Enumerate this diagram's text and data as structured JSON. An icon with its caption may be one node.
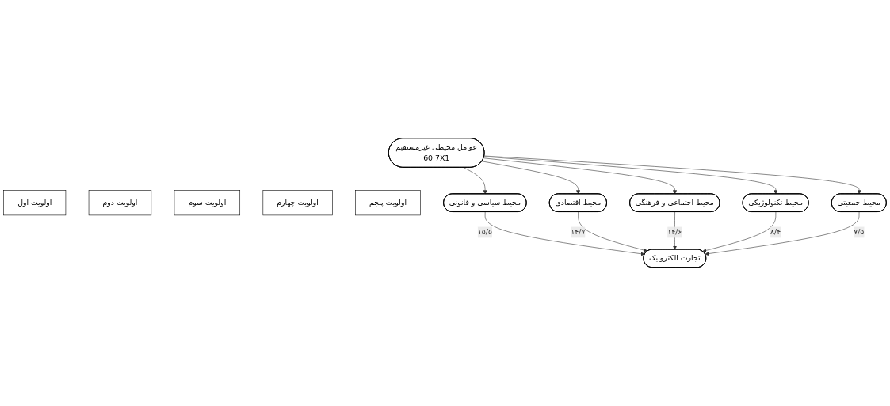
{
  "diagram": {
    "nodes": [
      {
        "text": [
          "عوامل محیطی غیرمستقیم",
          "60 7X1"
        ]
      },
      {
        "text": [
          "اولویت اول"
        ]
      },
      {
        "text": [
          "اولویت دوم"
        ]
      },
      {
        "text": [
          "اولویت سوم"
        ]
      },
      {
        "text": [
          "اولویت چهارم"
        ]
      },
      {
        "text": [
          "اولویت پنجم"
        ]
      },
      {
        "text": [
          "محیط سیاسی و قانونی"
        ]
      },
      {
        "text": [
          "محیط اقتصادی"
        ]
      },
      {
        "text": [
          "محیط اجتماعی و فرهنگی"
        ]
      },
      {
        "text": [
          "محیط تکنولوژیکی"
        ]
      },
      {
        "text": [
          "محیط جمعیتی"
        ]
      },
      {
        "text": [
          "تجارت الکترونیک"
        ]
      }
    ],
    "edges": [
      {
        "from": 0,
        "to": 6,
        "arrow": "to"
      },
      {
        "from": 0,
        "to": 7,
        "arrow": "to"
      },
      {
        "from": 0,
        "to": 8,
        "arrow": "to"
      },
      {
        "from": 0,
        "to": 9,
        "arrow": "to"
      },
      {
        "from": 0,
        "to": 10,
        "arrow": "to"
      },
      {
        "from": 6,
        "to": 11,
        "arrow": "to",
        "label": "۱۵/۵"
      },
      {
        "from": 7,
        "to": 11,
        "arrow": "to",
        "label": "۱۴/۷"
      },
      {
        "from": 8,
        "to": 11,
        "arrow": "to",
        "label": "۱۴/۶"
      },
      {
        "from": 9,
        "to": 11,
        "arrow": "to",
        "label": "۸/۴"
      },
      {
        "from": 10,
        "to": 11,
        "arrow": "to",
        "label": "۷/۵"
      }
    ]
  }
}
